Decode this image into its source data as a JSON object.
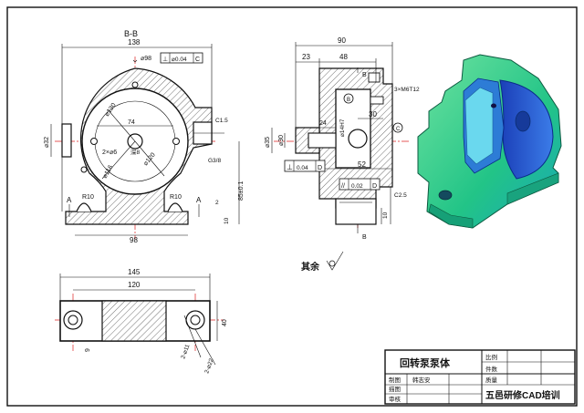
{
  "section_label": "B-B",
  "view_a_label": "A",
  "view_b_label": "B",
  "roughness_note": "其余",
  "dims_front": {
    "w138": "138",
    "d98": "⌀98",
    "perp": "⊥",
    "tol004": "⌀0.04",
    "datum_c": "C",
    "d130": "⌀130",
    "d74": "74",
    "holes2d6": "2×⌀6",
    "depth": "深8",
    "d120": "⌀120",
    "d116": "⌀116",
    "d32": "⌀32",
    "r10a": "R10",
    "r10b": "R10",
    "h85": "85±0.1",
    "w98": "98",
    "g38": "G3/8",
    "c15": "C1.5",
    "v2": "2",
    "v10": "10"
  },
  "dims_side": {
    "w90": "90",
    "w23": "23",
    "w48": "48",
    "m6": "3×M6T12",
    "d14h7": "⌀14H7",
    "d24": "24",
    "d30": "30",
    "d35": "⌀35",
    "d30b": "⌀30",
    "d52": "52",
    "tol_d": "0.04",
    "datum_d": "D",
    "par": "//",
    "tol_002": "0.02",
    "datum_d2": "D",
    "c25": "C2.5",
    "v10": "10",
    "datum_b": "B",
    "datum_c": "C"
  },
  "dims_bottom": {
    "w145": "145",
    "w120": "120",
    "h40": "40",
    "v9": "9",
    "h2d11": "2-⌀11",
    "h2d22": "2-⌀22"
  },
  "title_block": {
    "part_name": "回转泵泵体",
    "ratio_label": "比例",
    "qty_label": "件数",
    "weight_label": "质量",
    "drawn_label": "制图",
    "drawn_name": "韩志安",
    "draft_label": "描图",
    "check_label": "审核",
    "company": "五邑研修CAD培训"
  },
  "colors": {
    "line": "#111111",
    "center_line": "#dd2222",
    "model_green": "#2fcf8a",
    "model_blue": "#2a5bd6"
  }
}
